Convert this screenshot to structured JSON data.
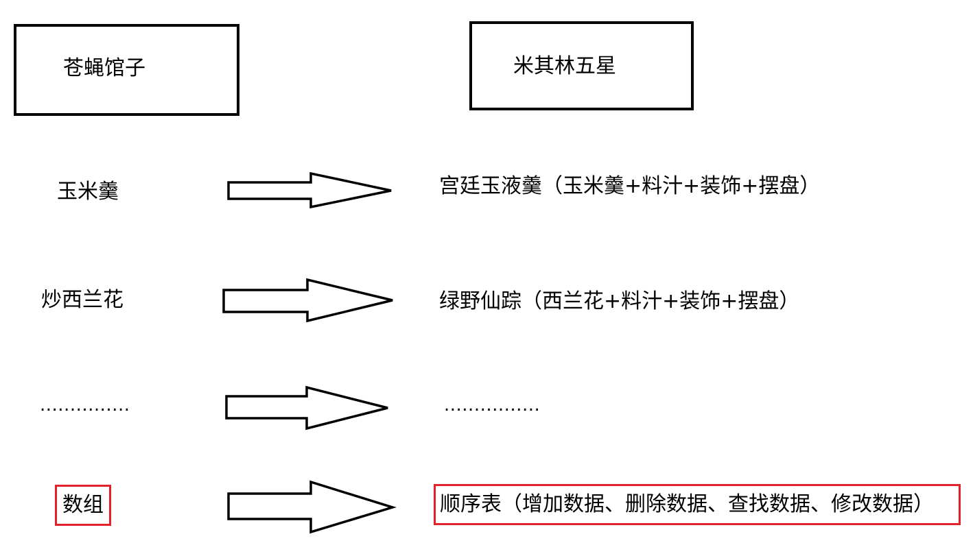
{
  "headers": {
    "left": "苍蝇馆子",
    "right": "米其林五星"
  },
  "rows": [
    {
      "left": "玉米羹",
      "right": "宫廷玉液羹（玉米羹+料汁+装饰+摆盘）"
    },
    {
      "left": "炒西兰花",
      "right": "绿野仙踪（西兰花+料汁+装饰+摆盘）"
    },
    {
      "left": "...............",
      "right": "................"
    },
    {
      "left": "数组",
      "right": "顺序表（增加数据、删除数据、查找数据、修改数据）"
    }
  ],
  "colors": {
    "stroke": "#000000",
    "highlight": "#e3202b",
    "background": "#ffffff"
  }
}
